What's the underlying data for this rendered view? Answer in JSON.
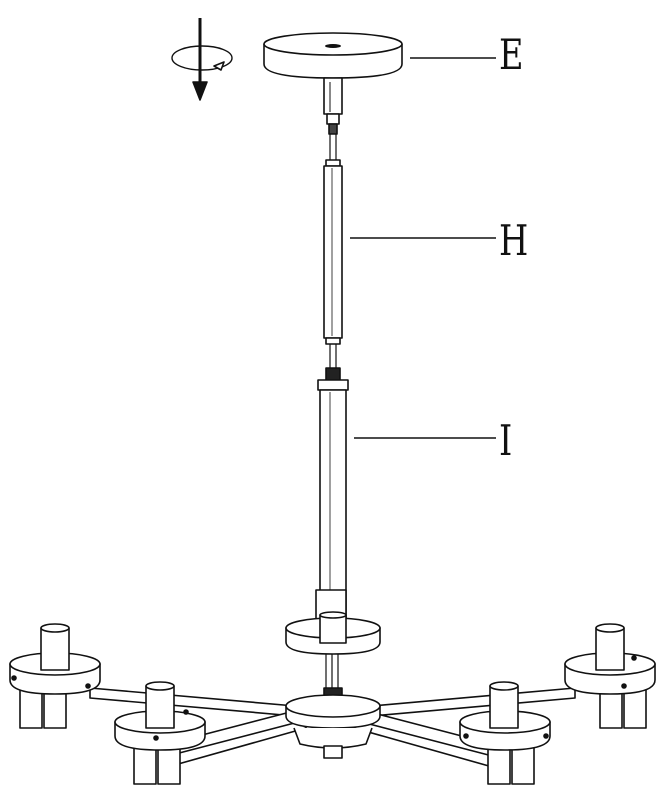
{
  "labels": {
    "e": "E",
    "h": "H",
    "i": "I"
  },
  "icons": {
    "rotate": "rotate-arrow-icon",
    "direction": "down-arrow-icon"
  },
  "colors": {
    "line": "#111111",
    "fill": "#ffffff",
    "dark": "#222222"
  }
}
